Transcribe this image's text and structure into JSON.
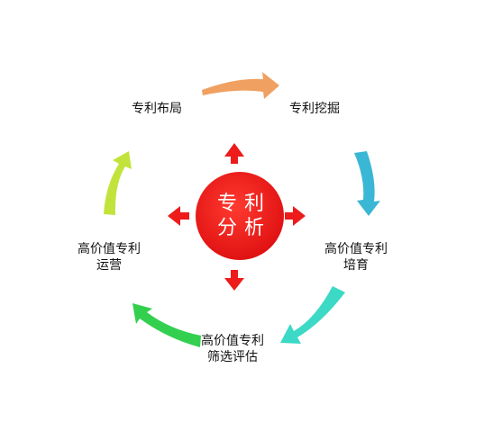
{
  "center": {
    "line1": "专利",
    "line2": "分析",
    "color": "#ee1b1b"
  },
  "stages": [
    {
      "name": "专利布局",
      "lines": [
        "专利布局"
      ],
      "arrow_color": "#f0a060"
    },
    {
      "name": "专利挖掘",
      "lines": [
        "专利挖掘"
      ],
      "arrow_color": "#3ab7d4"
    },
    {
      "name": "高价值专利培育",
      "lines": [
        "高价值专利",
        "培育"
      ],
      "arrow_color": "#3cd9c6"
    },
    {
      "name": "高价值专利筛选评估",
      "lines": [
        "高价值专利",
        "筛选评估"
      ],
      "arrow_color": "#33d04f"
    },
    {
      "name": "高价值专利运营",
      "lines": [
        "高价值专利",
        "运营"
      ],
      "arrow_color": "#c2e33c"
    }
  ],
  "radial_arrow_color": "#ee1b1b"
}
